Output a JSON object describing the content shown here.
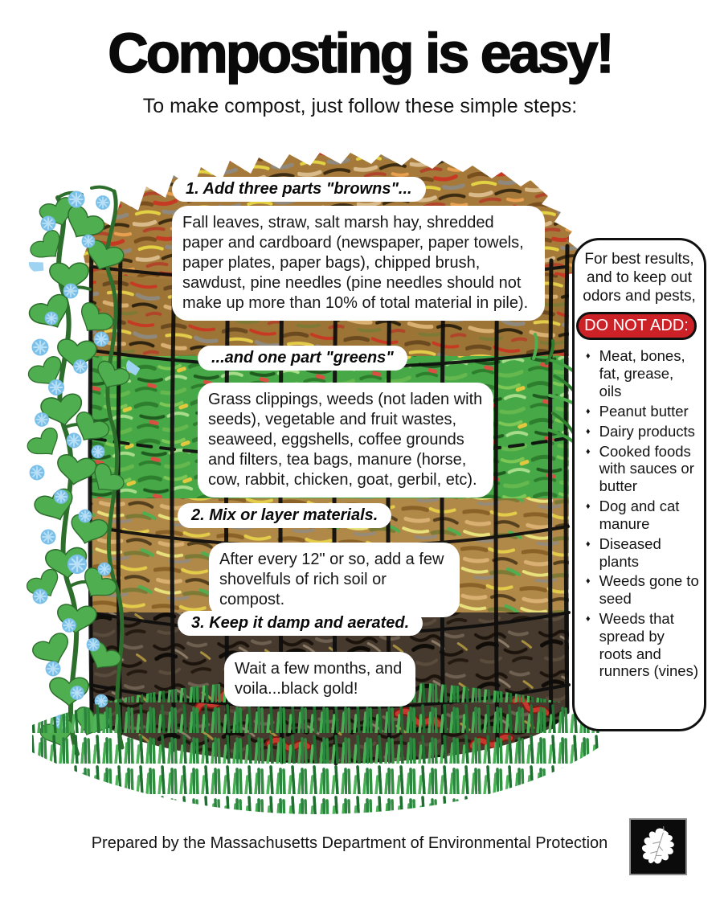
{
  "title": "Composting is easy!",
  "subtitle": "To make compost, just follow these simple steps:",
  "steps": [
    {
      "label": "1. Add three parts \"browns\"...",
      "body": "Fall leaves, straw, salt marsh hay, shredded paper and cardboard (newspaper, paper towels, paper plates, paper bags), chipped brush, sawdust, pine needles (pine needles should not make up more than 10% of total material in pile)."
    },
    {
      "label": "...and one part \"greens\"",
      "body": "Grass clippings, weeds (not laden with seeds), vegetable and fruit wastes, seaweed, eggshells, coffee grounds and filters, tea bags, manure (horse, cow, rabbit, chicken, goat, gerbil, etc)."
    },
    {
      "label": "2. Mix or layer materials.",
      "body": "After every 12\" or so, add a few shovelfuls of rich soil or compost."
    },
    {
      "label": "3. Keep it damp and aerated.",
      "body": "Wait a few months, and voila...black gold!"
    }
  ],
  "sidebar": {
    "intro": "For best results, and to keep out odors and pests,",
    "badge": "DO NOT ADD:",
    "bullet_char": "♦",
    "items": [
      "Meat, bones, fat, grease, oils",
      "Peanut butter",
      "Dairy products",
      "Cooked foods with sauces or butter",
      "Dog and cat manure",
      "Diseased plants",
      "Weeds gone to seed",
      "Weeds that spread by roots and runners (vines)"
    ]
  },
  "footer": {
    "credit": "Prepared by the Massachusetts Department of Environmental Protection"
  },
  "colors": {
    "do_not_add_red": "#cc2127",
    "panel_border": "#101010",
    "wire_black": "#0d0d0d",
    "leaf_green": "#4fae4f",
    "flower_blue": "#7bc0e8",
    "worm_red": "#c8372d"
  }
}
